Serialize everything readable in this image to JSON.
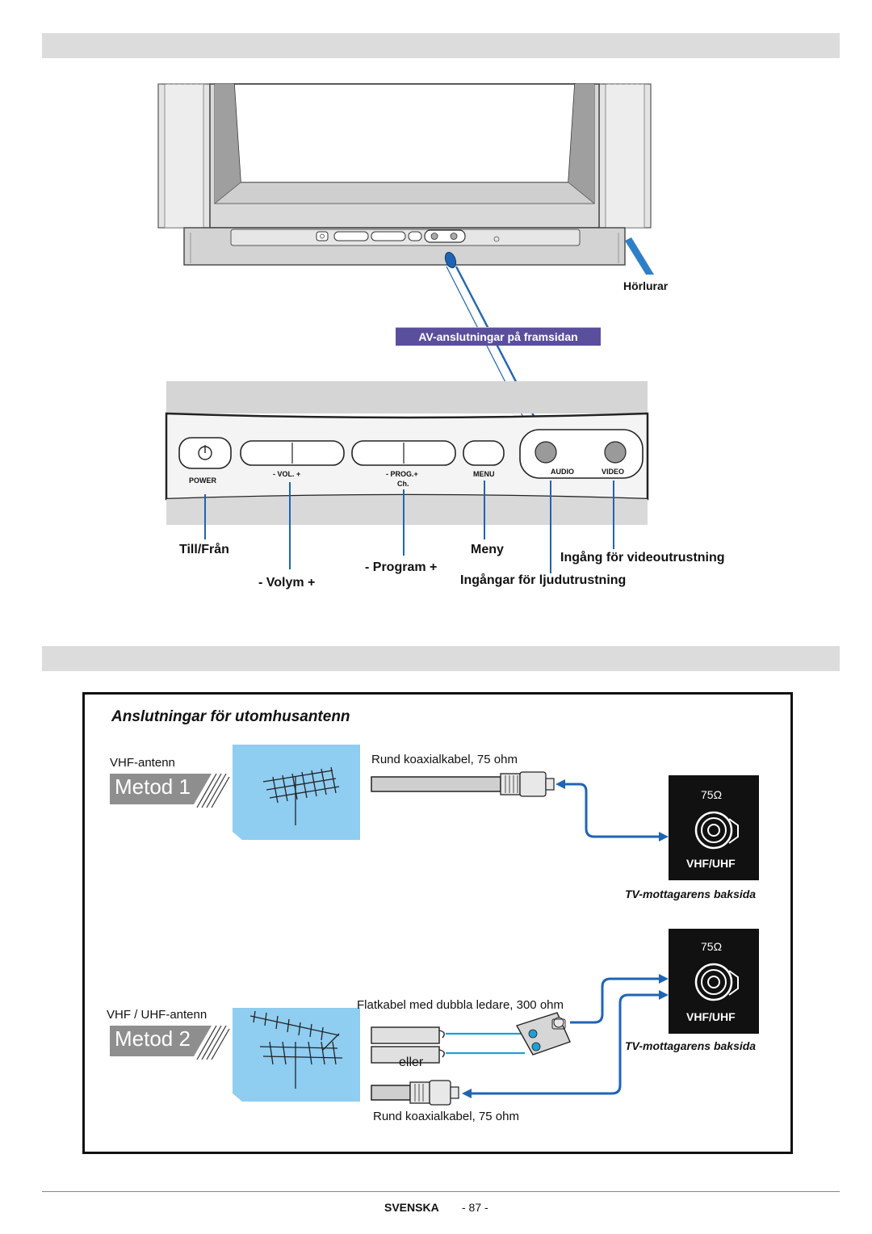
{
  "tv_section": {
    "headphones_label": "Hörlurar",
    "av_front_label": "AV-anslutningar på framsidan",
    "front_panel": {
      "power": "POWER",
      "vol": "- VOL. +",
      "prog": "- PROG.+",
      "ch": "Ch.",
      "menu": "MENU",
      "audio": "AUDIO",
      "video": "VIDEO"
    },
    "callouts": {
      "on_off": "Till/Från",
      "volume": "- Volym +",
      "program": "- Program +",
      "menu": "Meny",
      "video_input": "Ingång för videoutrustning",
      "audio_inputs": "Ingångar för ljudutrustning"
    }
  },
  "antenna_section": {
    "title": "Anslutningar för utomhusantenn",
    "method1": {
      "antenna_label": "VHF-antenn",
      "badge": "Metod 1",
      "cable_label": "Rund koaxialkabel, 75 ohm"
    },
    "method2": {
      "antenna_label": "VHF / UHF-antenn",
      "badge": "Metod 2",
      "flat_cable_label": "Flatkabel med dubbla ledare, 300 ohm",
      "or_label": "eller",
      "coax_label": "Rund koaxialkabel, 75 ohm"
    },
    "tv_socket": {
      "impedance": "75Ω",
      "band": "VHF/UHF",
      "caption": "TV-mottagarens baksida"
    }
  },
  "footer": {
    "language": "SVENSKA",
    "page": "- 87 -"
  },
  "colors": {
    "accent_blue": "#1f64b4",
    "av_badge_purple": "#5a4f9c",
    "sky_blue": "#8fcdf1",
    "band_gray": "#dcdcdc"
  }
}
